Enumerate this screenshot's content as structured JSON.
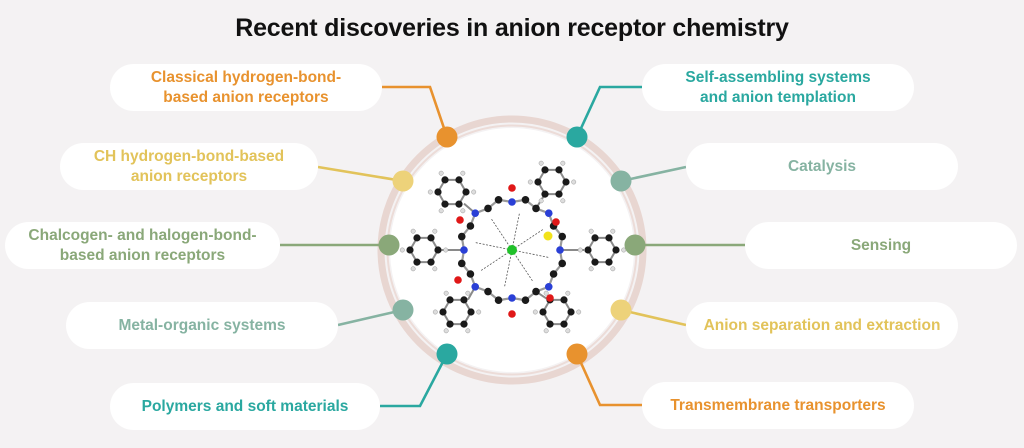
{
  "title": "Recent discoveries in anion receptor chemistry",
  "colors": {
    "orange": "#e8922e",
    "yellow": "#edcd6f",
    "green": "#8aa879",
    "sage": "#86b3a2",
    "teal": "#2aa8a0",
    "ring": "#e8d6d1",
    "background": "#f4f2f3"
  },
  "center": {
    "image": "molecular-structure-anion-receptor",
    "description": "Ball-and-stick macrocycle binding a central chloride (green) anion"
  },
  "topics": [
    {
      "id": "classical-hb",
      "side": "left",
      "lines": [
        "Classical hydrogen-bond-",
        "based anion receptors"
      ],
      "color": "#e8922e"
    },
    {
      "id": "ch-hb",
      "side": "left",
      "lines": [
        "CH hydrogen-bond-based",
        "anion receptors"
      ],
      "color": "#e2c35a"
    },
    {
      "id": "chalcogen",
      "side": "left",
      "lines": [
        "Chalcogen- and halogen-bond-",
        "based anion receptors"
      ],
      "color": "#8aa879"
    },
    {
      "id": "metal-org",
      "side": "left",
      "lines": [
        "Metal-organic systems"
      ],
      "color": "#86b3a2"
    },
    {
      "id": "polymers",
      "side": "left",
      "lines": [
        "Polymers and soft materials"
      ],
      "color": "#2aa8a0"
    },
    {
      "id": "self-assem",
      "side": "right",
      "lines": [
        "Self-assembling systems",
        "and anion templation"
      ],
      "color": "#2aa8a0"
    },
    {
      "id": "catalysis",
      "side": "right",
      "lines": [
        "Catalysis"
      ],
      "color": "#86b3a2"
    },
    {
      "id": "sensing",
      "side": "right",
      "lines": [
        "Sensing"
      ],
      "color": "#8aa879"
    },
    {
      "id": "separation",
      "side": "right",
      "lines": [
        "Anion separation and extraction"
      ],
      "color": "#e2c35a"
    },
    {
      "id": "transmem",
      "side": "right",
      "lines": [
        "Transmembrane transporters"
      ],
      "color": "#e8922e"
    }
  ]
}
